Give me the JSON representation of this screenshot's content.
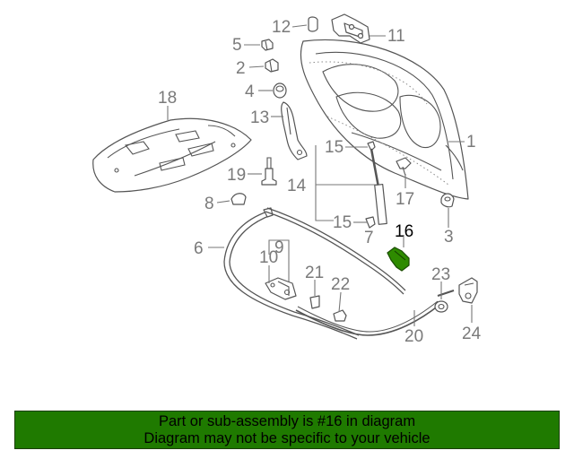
{
  "diagram": {
    "callouts": [
      {
        "id": "12",
        "label": "12"
      },
      {
        "id": "11",
        "label": "11"
      },
      {
        "id": "5",
        "label": "5"
      },
      {
        "id": "2",
        "label": "2"
      },
      {
        "id": "4",
        "label": "4"
      },
      {
        "id": "18",
        "label": "18"
      },
      {
        "id": "13",
        "label": "13"
      },
      {
        "id": "1",
        "label": "1"
      },
      {
        "id": "15a",
        "label": "15"
      },
      {
        "id": "19",
        "label": "19"
      },
      {
        "id": "14",
        "label": "14"
      },
      {
        "id": "17",
        "label": "17"
      },
      {
        "id": "8",
        "label": "8"
      },
      {
        "id": "9",
        "label": "9"
      },
      {
        "id": "3",
        "label": "3"
      },
      {
        "id": "15b",
        "label": "15"
      },
      {
        "id": "7",
        "label": "7"
      },
      {
        "id": "16",
        "label": "16"
      },
      {
        "id": "6",
        "label": "6"
      },
      {
        "id": "10",
        "label": "10"
      },
      {
        "id": "21",
        "label": "21"
      },
      {
        "id": "22",
        "label": "22"
      },
      {
        "id": "23",
        "label": "23"
      },
      {
        "id": "24",
        "label": "24"
      },
      {
        "id": "20",
        "label": "20"
      }
    ],
    "highlighted_part": "16"
  },
  "banner": {
    "line1": "Part or sub-assembly is #16 in diagram",
    "line2": "Diagram may not be specific to your vehicle"
  },
  "colors": {
    "banner_bg": "#1f7a00",
    "highlight": "#2e8b00",
    "line": "#555555",
    "callout_text": "#7a7a7a"
  }
}
